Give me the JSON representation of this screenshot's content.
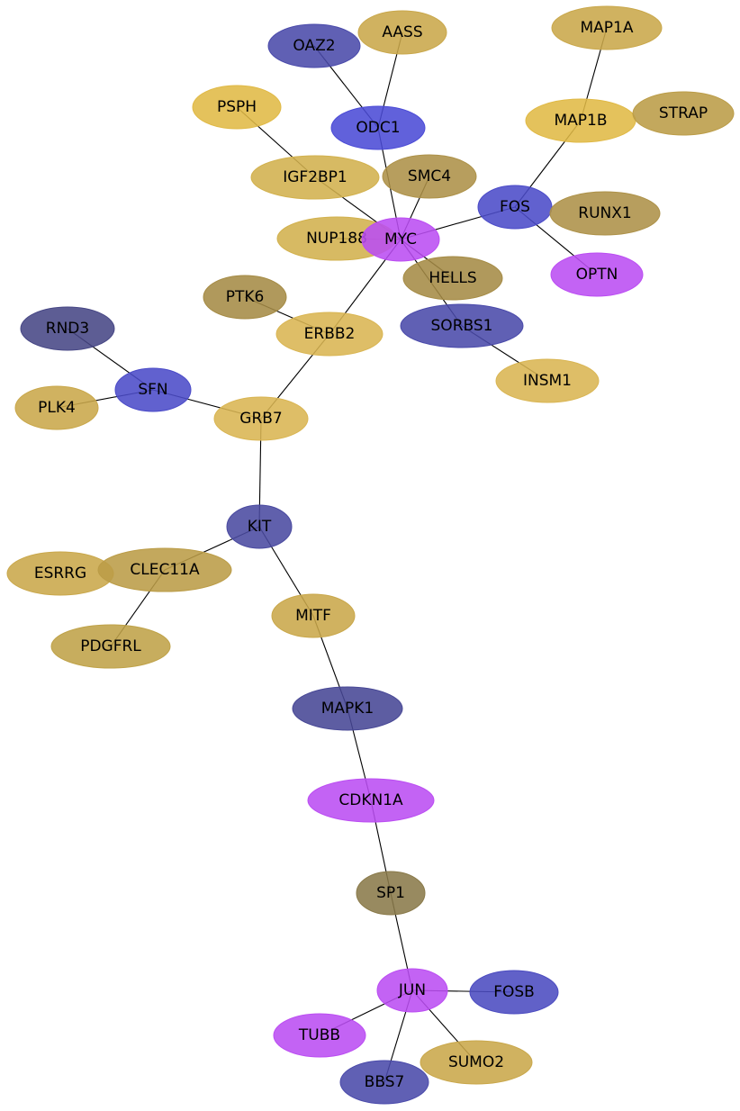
{
  "graph": {
    "nodes": [
      {
        "id": "MAP1A",
        "label": "MAP1A",
        "color": "#c9a74a"
      },
      {
        "id": "AASS",
        "label": "AASS",
        "color": "#c9a74a"
      },
      {
        "id": "OAZ2",
        "label": "OAZ2",
        "color": "#4a4aaa"
      },
      {
        "id": "PSPH",
        "label": "PSPH",
        "color": "#e0b945"
      },
      {
        "id": "ODC1",
        "label": "ODC1",
        "color": "#4b4bd6"
      },
      {
        "id": "MAP1B",
        "label": "MAP1B",
        "color": "#e0b945"
      },
      {
        "id": "STRAP",
        "label": "STRAP",
        "color": "#bb9c47"
      },
      {
        "id": "IGF2BP1",
        "label": "IGF2BP1",
        "color": "#d2b14d"
      },
      {
        "id": "SMC4",
        "label": "SMC4",
        "color": "#ad9148"
      },
      {
        "id": "FOS",
        "label": "FOS",
        "color": "#4b4bc8"
      },
      {
        "id": "RUNX1",
        "label": "RUNX1",
        "color": "#ad9148"
      },
      {
        "id": "NUP188",
        "label": "NUP188",
        "color": "#d2b14d"
      },
      {
        "id": "MYC",
        "label": "MYC",
        "color": "#bb4df2"
      },
      {
        "id": "OPTN",
        "label": "OPTN",
        "color": "#bb4df2"
      },
      {
        "id": "HELLS",
        "label": "HELLS",
        "color": "#a58b45"
      },
      {
        "id": "PTK6",
        "label": "PTK6",
        "color": "#a58b45"
      },
      {
        "id": "RND3",
        "label": "RND3",
        "color": "#474785"
      },
      {
        "id": "SORBS1",
        "label": "SORBS1",
        "color": "#4a4aaa"
      },
      {
        "id": "ERBB2",
        "label": "ERBB2",
        "color": "#d9b552"
      },
      {
        "id": "INSM1",
        "label": "INSM1",
        "color": "#d9b552"
      },
      {
        "id": "SFN",
        "label": "SFN",
        "color": "#4b4bc8"
      },
      {
        "id": "PLK4",
        "label": "PLK4",
        "color": "#c9a74a"
      },
      {
        "id": "GRB7",
        "label": "GRB7",
        "color": "#d9b552"
      },
      {
        "id": "KIT",
        "label": "KIT",
        "color": "#4a4aa0"
      },
      {
        "id": "ESRRG",
        "label": "ESRRG",
        "color": "#c9a74a"
      },
      {
        "id": "CLEC11A",
        "label": "CLEC11A",
        "color": "#bb9c47"
      },
      {
        "id": "MITF",
        "label": "MITF",
        "color": "#c9a74a"
      },
      {
        "id": "PDGFRL",
        "label": "PDGFRL",
        "color": "#bfa248"
      },
      {
        "id": "MAPK1",
        "label": "MAPK1",
        "color": "#474795"
      },
      {
        "id": "CDKN1A",
        "label": "CDKN1A",
        "color": "#bb4df2"
      },
      {
        "id": "SP1",
        "label": "SP1",
        "color": "#8a7a4a"
      },
      {
        "id": "JUN",
        "label": "JUN",
        "color": "#bb4df2"
      },
      {
        "id": "FOSB",
        "label": "FOSB",
        "color": "#4b4bc0"
      },
      {
        "id": "TUBB",
        "label": "TUBB",
        "color": "#bb4df2"
      },
      {
        "id": "SUMO2",
        "label": "SUMO2",
        "color": "#c9a74a"
      },
      {
        "id": "BBS7",
        "label": "BBS7",
        "color": "#4a4aaa"
      }
    ],
    "edges": [
      [
        "OAZ2",
        "ODC1"
      ],
      [
        "AASS",
        "ODC1"
      ],
      [
        "ODC1",
        "MYC"
      ],
      [
        "PSPH",
        "IGF2BP1"
      ],
      [
        "IGF2BP1",
        "MYC"
      ],
      [
        "SMC4",
        "MYC"
      ],
      [
        "NUP188",
        "MYC"
      ],
      [
        "MYC",
        "FOS"
      ],
      [
        "MYC",
        "HELLS"
      ],
      [
        "MYC",
        "SORBS1"
      ],
      [
        "MYC",
        "ERBB2"
      ],
      [
        "MAP1A",
        "MAP1B"
      ],
      [
        "MAP1B",
        "FOS"
      ],
      [
        "FOS",
        "OPTN"
      ],
      [
        "SORBS1",
        "INSM1"
      ],
      [
        "PTK6",
        "ERBB2"
      ],
      [
        "ERBB2",
        "GRB7"
      ],
      [
        "RND3",
        "SFN"
      ],
      [
        "PLK4",
        "SFN"
      ],
      [
        "SFN",
        "GRB7"
      ],
      [
        "GRB7",
        "KIT"
      ],
      [
        "KIT",
        "CLEC11A"
      ],
      [
        "KIT",
        "MITF"
      ],
      [
        "CLEC11A",
        "PDGFRL"
      ],
      [
        "MITF",
        "MAPK1"
      ],
      [
        "MAPK1",
        "CDKN1A"
      ],
      [
        "CDKN1A",
        "SP1"
      ],
      [
        "SP1",
        "JUN"
      ],
      [
        "JUN",
        "FOSB"
      ],
      [
        "JUN",
        "TUBB"
      ],
      [
        "JUN",
        "SUMO2"
      ],
      [
        "JUN",
        "BBS7"
      ]
    ]
  }
}
